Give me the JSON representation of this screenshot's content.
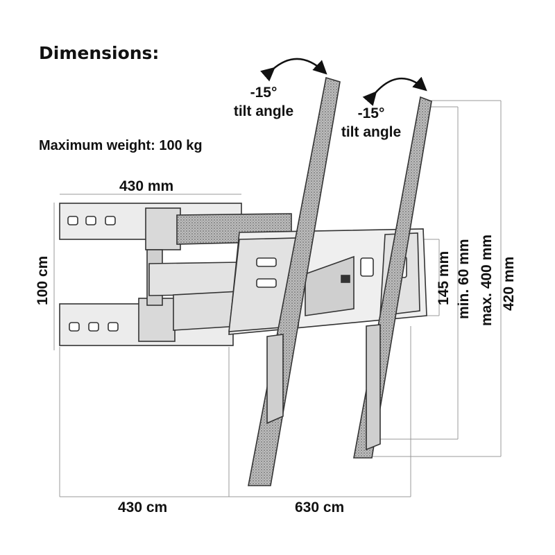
{
  "header": {
    "title": "Dimensions:"
  },
  "specs": {
    "max_weight": "Maximum weight: 100 kg"
  },
  "tilt": {
    "left": {
      "angle": "-15°",
      "label": "tilt angle"
    },
    "right": {
      "angle": "-15°",
      "label": "tilt angle"
    }
  },
  "measurements": {
    "top_width": "430 mm",
    "left_height": "100 cm",
    "bottom_left_width": "430 cm",
    "bottom_right_width": "630 cm",
    "plate_height": "145 mm",
    "min_extension": "min. 60 mm",
    "max_extension": "max. 400 mm",
    "total_height": "420 mm"
  },
  "colors": {
    "ink": "#111111",
    "line": "#444444",
    "guide": "#999999",
    "steel": "#d9d9d9"
  }
}
